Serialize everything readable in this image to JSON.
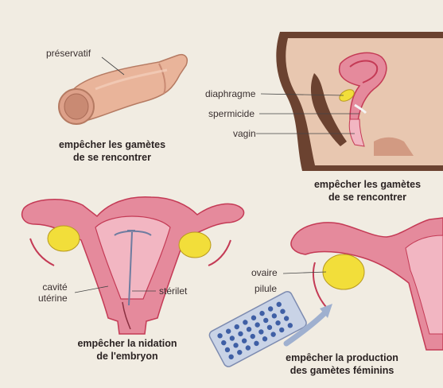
{
  "labels": {
    "preservatif": "préservatif",
    "diaphragme": "diaphragme",
    "spermicide": "spermicide",
    "vagin": "vagin",
    "cavite_line1": "cavité",
    "cavite_line2": "utérine",
    "sterilet": "stérilet",
    "ovaire": "ovaire",
    "pilule": "pilule"
  },
  "captions": {
    "condom": [
      "empêcher les gamètes",
      "de se rencontrer"
    ],
    "diaphragm": [
      "empêcher les gamètes",
      "de se rencontrer"
    ],
    "iud": [
      "empêcher la nidation",
      "de l'embryon"
    ],
    "pill": [
      "empêcher la production",
      "des gamètes féminins"
    ]
  },
  "colors": {
    "background": "#f1ece2",
    "tissue_pink": "#e58a9c",
    "tissue_dark": "#c43a55",
    "ovary_yellow": "#f2de3a",
    "skin": "#e9b49a",
    "body_brown": "#6b4230",
    "pill_pack": "#c9d3e6",
    "pill_dot": "#3f5fa5"
  }
}
